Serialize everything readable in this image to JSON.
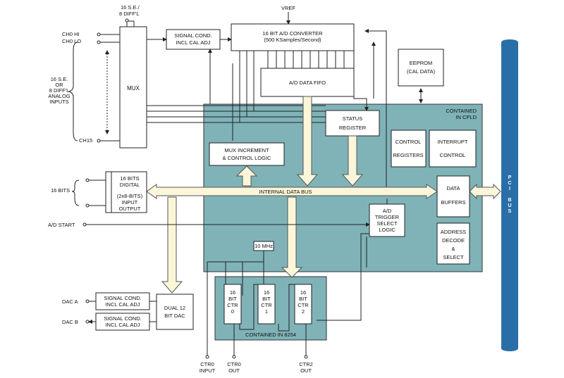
{
  "colors": {
    "cpld": "#7fb3b8",
    "pci_bus": "#2a6ea8",
    "data_arrow": "#fbf6d9"
  },
  "se_diff_top": [
    "16 S.E./",
    "8 DIFF'L"
  ],
  "vref": "VREF",
  "ch0_hi": "CH0  HI",
  "ch0_lo": "CH0  LO",
  "ch15": "CH15",
  "analog_inputs": [
    "16  S.E.",
    "OR",
    "8  DIFF'L",
    "ANALOG",
    "INPUTS"
  ],
  "mux": "MUX",
  "sig_cond_main": [
    "SIGNAL COND.",
    "INCL CAL ADJ"
  ],
  "adc": [
    "16  BIT  A/D  CONVERTER",
    "(500  KSamples/Second)"
  ],
  "fifo": "A/D  DATA  FIFO",
  "eeprom": [
    "EEPROM",
    "(CAL  DATA)"
  ],
  "cpld_label": [
    "CONTAINED",
    "IN CPLD"
  ],
  "status_register": [
    "STATUS",
    "REGISTER"
  ],
  "mux_increment": [
    "MUX  INCREMENT",
    "&  CONTROL  LOGIC"
  ],
  "control_registers": [
    "CONTROL",
    "REGISTERS"
  ],
  "interrupt_control": [
    "INTERRUPT",
    "CONTROL"
  ],
  "internal_data_bus": "INTERNAL  DATA  BUS",
  "data_buffers": [
    "DATA",
    "BUFFERS"
  ],
  "address_decode": [
    "ADDRESS",
    "DECODE",
    "&",
    "SELECT"
  ],
  "pci_bus": [
    "P",
    "C",
    "I",
    "",
    "B",
    "U",
    "S"
  ],
  "digital_bits": "16  BITS",
  "digital_box": [
    "16  BITS",
    "DIGITAL",
    "(2x8-BITS)",
    "INPUT",
    "OUTPUT"
  ],
  "ad_start": "A/D  START",
  "trigger": [
    "A/D",
    "TRIGGER",
    "SELECT",
    "LOGIC"
  ],
  "clock": "10 MHz",
  "counters": [
    [
      "16",
      "BIT",
      "CTR",
      "0"
    ],
    [
      "16",
      "BIT",
      "CTR",
      "1"
    ],
    [
      "16",
      "BIT",
      "CTR",
      "2"
    ]
  ],
  "contained_8254": "CONTAINED  IN  8254",
  "dac_a": "DAC  A",
  "dac_b": "DAC  B",
  "sig_cond_dac": [
    "SIGNAL COND.",
    "INCL CAL ADJ"
  ],
  "dual_dac": [
    "DUAL  12",
    "BIT  DAC"
  ],
  "ctr0_input": [
    "CTR0",
    "INPUT"
  ],
  "ctr0_out": [
    "CTR0",
    "OUT"
  ],
  "ctr2_out": [
    "CTR2",
    "OUT"
  ]
}
